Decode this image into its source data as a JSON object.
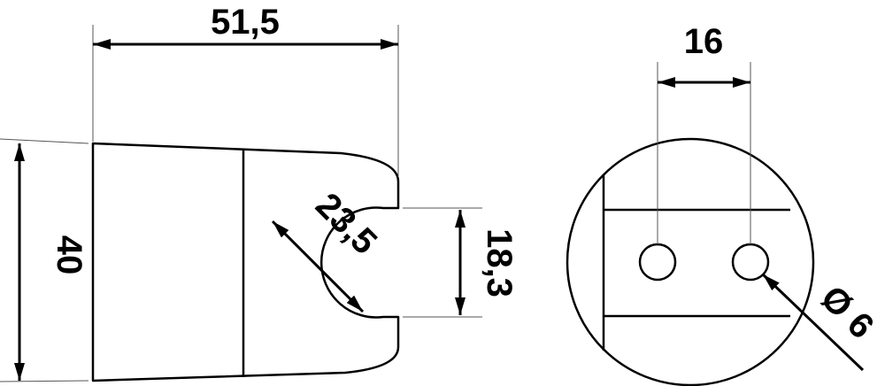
{
  "colors": {
    "line": "#000000",
    "extension": "#555555",
    "background": "#ffffff"
  },
  "dimensions": {
    "overall_length": "51,5",
    "height": "40",
    "cradle_diameter": "23,5",
    "opening_width": "18,3",
    "hole_spacing": "16",
    "hole_diameter": "Ø 6"
  }
}
